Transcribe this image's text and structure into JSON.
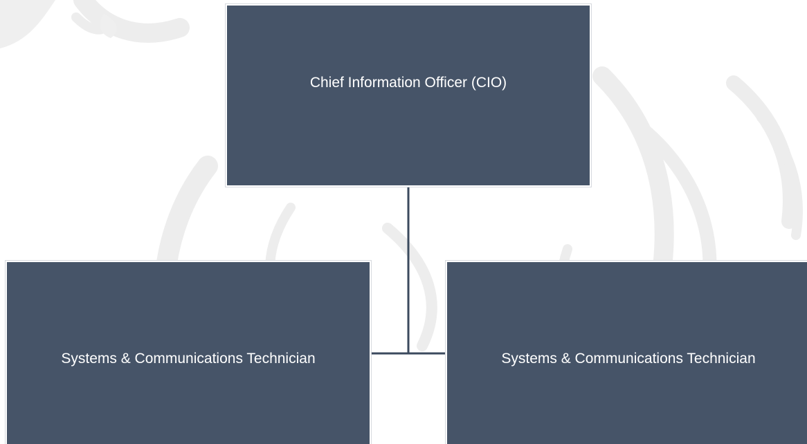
{
  "colors": {
    "box_fill": "#465468",
    "box_text": "#ffffff",
    "connector": "#3b4a5e",
    "watermark": "#eeeeee"
  },
  "org_chart": {
    "root": {
      "title": "Chief Information Officer (CIO)"
    },
    "reports": [
      {
        "title": "Systems & Communications Technician"
      },
      {
        "title": "Systems & Communications Technician"
      }
    ]
  }
}
